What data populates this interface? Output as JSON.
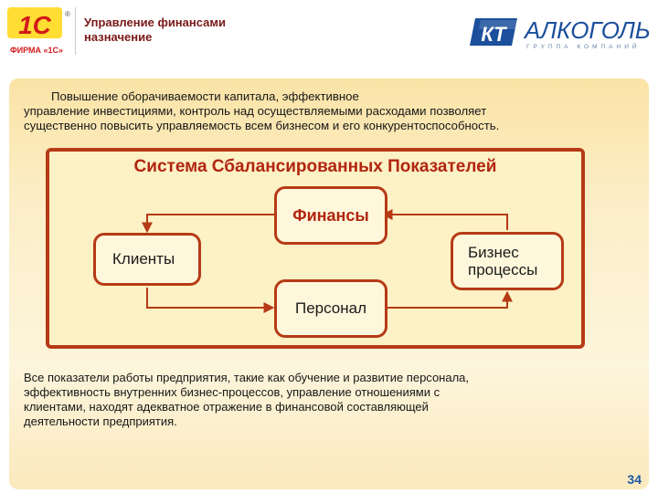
{
  "header": {
    "title_line1": "Управление финансами",
    "title_line2": "назначение",
    "logo_1c": {
      "mark": "1С",
      "caption": "ФИРМА «1С»",
      "registered": "®"
    },
    "logo_kt": {
      "mark": "КТ",
      "name": "АЛКОГОЛЬ",
      "tagline": "ГРУППА КОМПАНИЙ"
    }
  },
  "intro": {
    "line1": "Повышение оборачиваемости капитала, эффективное",
    "line2": "управление инвестициями, контроль над осуществляемыми расходами позволяет",
    "line3": "существенно повысить управляемость всем бизнесом и его конкурентоспособность."
  },
  "diagram": {
    "title": "Система Сбалансированных Показателей",
    "nodes": {
      "finance": "Финансы",
      "clients": "Клиенты",
      "business_line1": "Бизнес",
      "business_line2": "процессы",
      "personnel": "Персонал"
    },
    "colors": {
      "frame": "#b63a16",
      "title": "#b1250f",
      "node_fill": "#fff7dc"
    }
  },
  "bottom": {
    "line1": "Все показатели работы предприятия, такие как обучение и развитие персонала,",
    "line2": "эффективность внутренних бизнес-процессов, управление отношениями с",
    "line3": "клиентами, находят адекватное отражение в финансовой составляющей",
    "line4": "деятельности предприятия."
  },
  "page_number": "34"
}
